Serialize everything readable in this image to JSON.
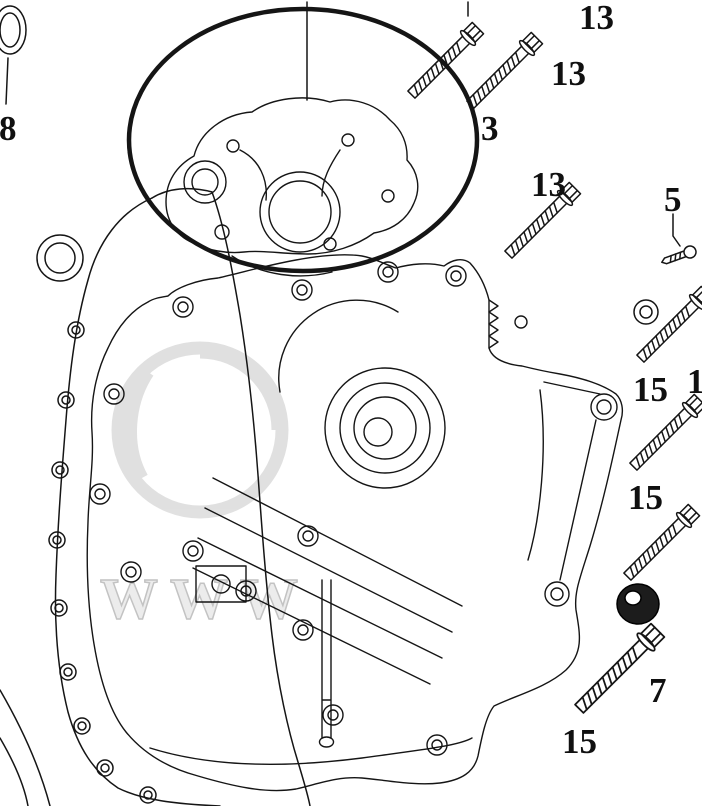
{
  "diagram": {
    "watermark": "WWW",
    "callouts": {
      "c8": {
        "label": "8"
      },
      "c13a": {
        "label": "13"
      },
      "c13b": {
        "label": "13"
      },
      "c3": {
        "label": "3"
      },
      "c13c": {
        "label": "13"
      },
      "c5": {
        "label": "5"
      },
      "c15a": {
        "label": "15"
      },
      "c1": {
        "label": "1"
      },
      "c15b": {
        "label": "15"
      },
      "c7": {
        "label": "7"
      },
      "c15c": {
        "label": "15"
      }
    }
  }
}
